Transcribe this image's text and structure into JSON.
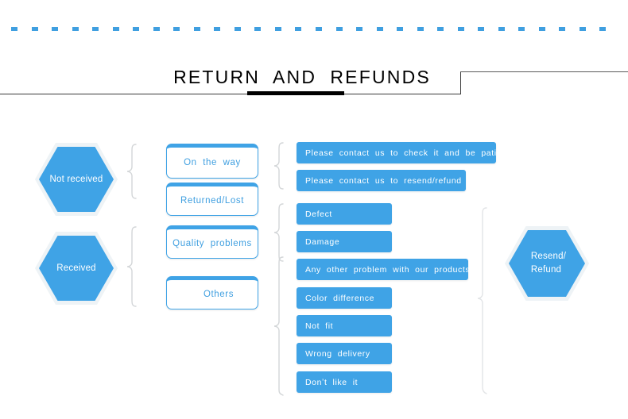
{
  "page": {
    "title": "RETURN  AND  REFUNDS",
    "accent_color": "#3fa3e6",
    "accent_text_color": "#3f9fe0",
    "brace_color": "#d3d6d8",
    "rule_color": "#3a3a3a"
  },
  "decor": {
    "dotted_rule_name": "dotted-divider",
    "dash_count": 30,
    "dash_color": "#3f9fe0"
  },
  "flow": {
    "status_nodes": [
      {
        "id": "not-received",
        "label": "Not  received"
      },
      {
        "id": "received",
        "label": "Received"
      }
    ],
    "stage_nodes": [
      {
        "id": "on-the-way",
        "label": "On  the  way"
      },
      {
        "id": "returned-lost",
        "label": "Returned/Lost"
      },
      {
        "id": "quality-problems",
        "label": "Quality  problems"
      },
      {
        "id": "others",
        "label": "Others"
      }
    ],
    "action_nodes": [
      {
        "id": "contact-check",
        "label": "Please  contact  us  to  check  it  and  be  patient"
      },
      {
        "id": "contact-resend",
        "label": "Please  contact  us  to  resend/refund"
      },
      {
        "id": "defect",
        "label": "Defect"
      },
      {
        "id": "damage",
        "label": "Damage"
      },
      {
        "id": "any-other-problem",
        "label": "Any  other  problem  with  our  products"
      },
      {
        "id": "color-difference",
        "label": "Color  difference"
      },
      {
        "id": "not-fit",
        "label": "Not  fit"
      },
      {
        "id": "wrong-delivery",
        "label": "Wrong  delivery"
      },
      {
        "id": "dont-like-it",
        "label": "Donʼt  like  it"
      }
    ],
    "outcome_nodes": [
      {
        "id": "resend-refund",
        "label": "Resend/\nRefund"
      }
    ],
    "connectors": [
      {
        "id": "brace-not-received",
        "name": "brace-not-received"
      },
      {
        "id": "brace-received",
        "name": "brace-received"
      },
      {
        "id": "brace-on-the-way",
        "name": "brace-on-the-way"
      },
      {
        "id": "brace-quality-problems",
        "name": "brace-quality-problems"
      },
      {
        "id": "brace-others",
        "name": "brace-others"
      },
      {
        "id": "brace-to-outcome",
        "name": "brace-to-outcome"
      }
    ]
  }
}
